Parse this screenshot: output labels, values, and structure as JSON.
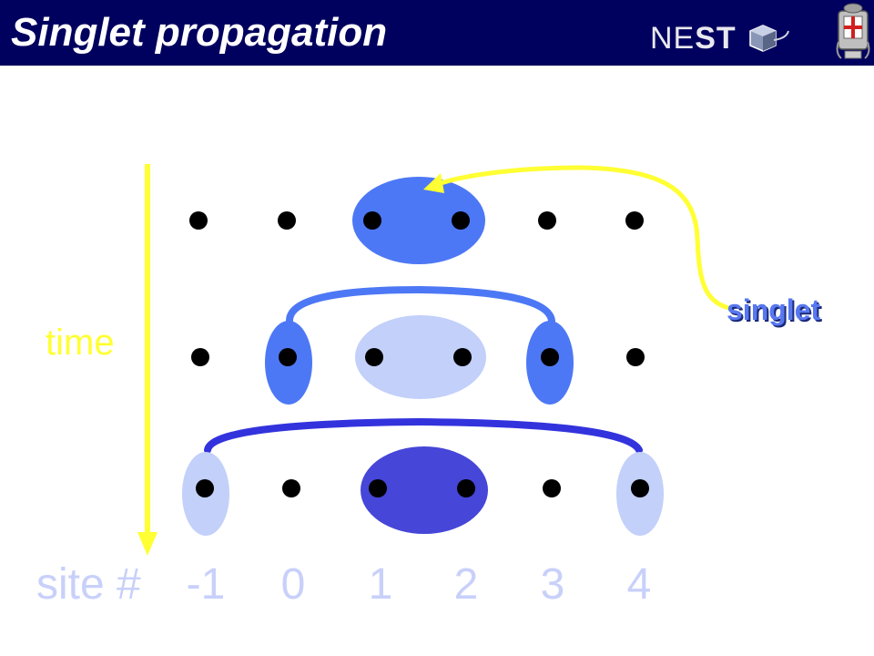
{
  "header": {
    "title": "Singlet propagation",
    "logo_text_thin": "NE",
    "logo_text_bold": "ST",
    "logo_icon": "nest-cube-icon",
    "crest_icon": "university-crest-icon"
  },
  "diagram": {
    "axis_label": "time",
    "annotation_label": "singlet",
    "site_axis_label": "site #",
    "sites": [
      "-1",
      "0",
      "1",
      "2",
      "3",
      "4"
    ],
    "colors": {
      "dark_blue": "#4646d8",
      "mid_blue": "#4d78f5",
      "light_blue": "#c2d0fa",
      "dot": "#000000",
      "arrow": "#ffff33",
      "header_bg": "#00005e"
    }
  }
}
